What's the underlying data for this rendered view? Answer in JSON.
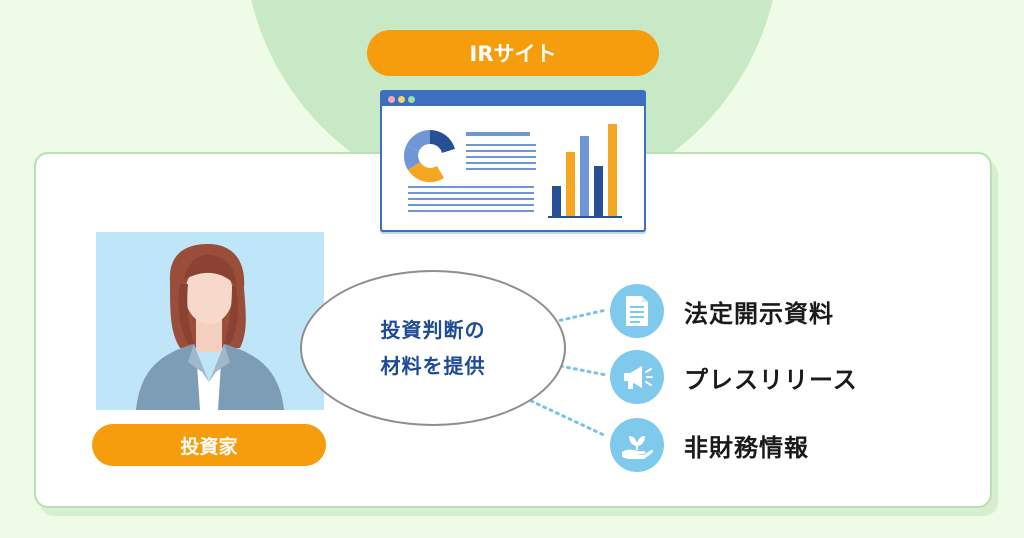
{
  "ir_site": {
    "label": "IRサイト"
  },
  "investor": {
    "label": "投資家"
  },
  "center": {
    "line1": "投資判断の",
    "line2": "材料を提供"
  },
  "items": [
    {
      "label": "法定開示資料",
      "icon": "document-icon"
    },
    {
      "label": "プレスリリース",
      "icon": "megaphone-icon"
    },
    {
      "label": "非財務情報",
      "icon": "hand-plant-icon"
    }
  ],
  "colors": {
    "accent_orange": "#f59d0d",
    "navy": "#1e4b96",
    "icon_blue": "#7fcaec",
    "background": "#eefbe6",
    "circle_green": "#c8e9c5"
  }
}
